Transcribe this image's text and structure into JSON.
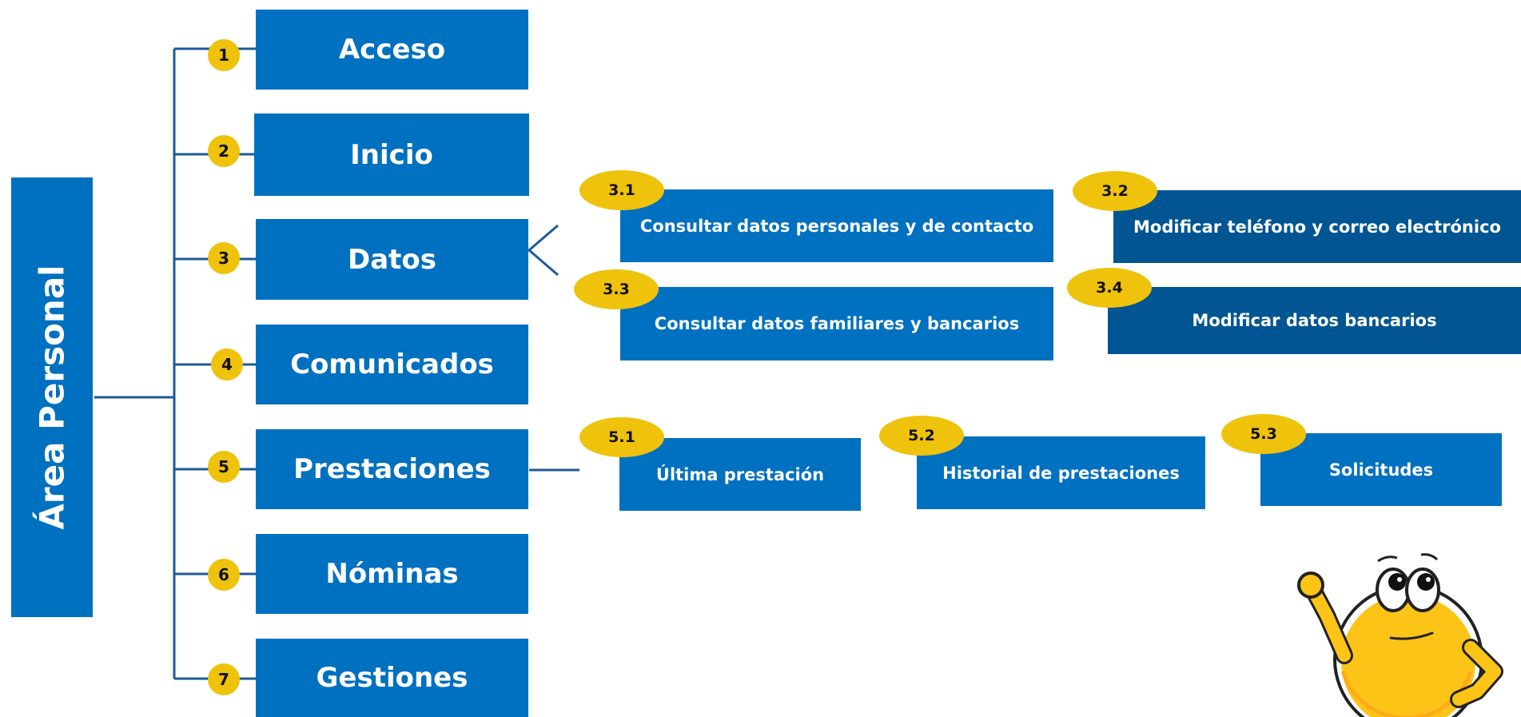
{
  "colors": {
    "primary": "#0070c0",
    "dark": "#005592",
    "badge": "#efc20b",
    "line": "#1f5a96"
  },
  "root": {
    "label": "Área Personal"
  },
  "sections": [
    {
      "number": "1",
      "label": "Acceso"
    },
    {
      "number": "2",
      "label": "Inicio"
    },
    {
      "number": "3",
      "label": "Datos"
    },
    {
      "number": "4",
      "label": "Comunicados"
    },
    {
      "number": "5",
      "label": "Prestaciones"
    },
    {
      "number": "6",
      "label": "Nóminas"
    },
    {
      "number": "7",
      "label": "Gestiones"
    }
  ],
  "datos_children": [
    {
      "number": "3.1",
      "label": "Consultar datos personales y de contacto"
    },
    {
      "number": "3.2",
      "label": "Modificar teléfono y correo electrónico"
    },
    {
      "number": "3.3",
      "label": "Consultar datos familiares y bancarios"
    },
    {
      "number": "3.4",
      "label": "Modificar datos bancarios"
    }
  ],
  "prestaciones_children": [
    {
      "number": "5.1",
      "label": "Última prestación"
    },
    {
      "number": "5.2",
      "label": "Historial de prestaciones"
    },
    {
      "number": "5.3",
      "label": "Solicitudes"
    }
  ],
  "mascot": {
    "icon": "thinking-smiley-icon"
  }
}
